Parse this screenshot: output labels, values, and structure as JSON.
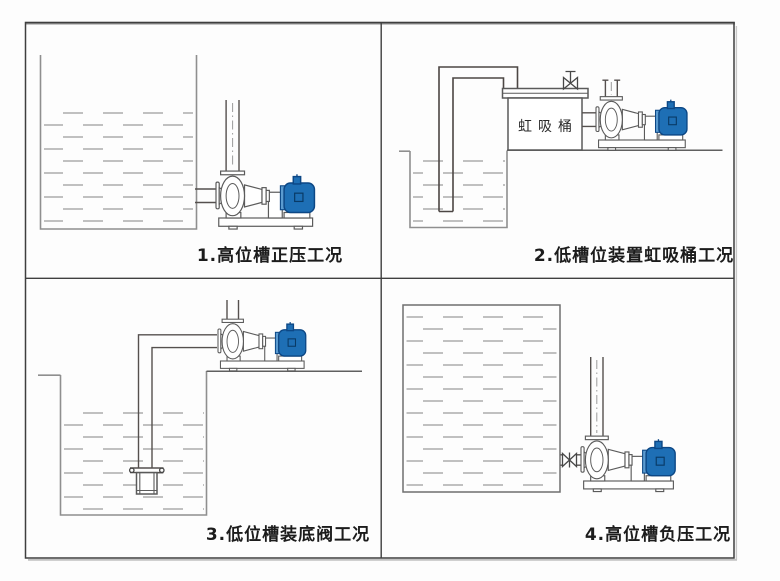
{
  "figure": {
    "type": "diagram",
    "subject": "pump-installation-working-conditions",
    "panels": [
      {
        "id": 1,
        "caption": "1.高位槽正压工况"
      },
      {
        "id": 2,
        "caption": "2.低槽位装置虹吸桶工况",
        "barrel_label": "虹吸桶"
      },
      {
        "id": 3,
        "caption": "3.低位槽装底阀工况"
      },
      {
        "id": 4,
        "caption": "4.高位槽负压工况"
      }
    ],
    "colors": {
      "motor_blue": "#1E6FB5",
      "motor_blue_dark": "#0C4785",
      "line": "#555555",
      "water_dash": "#9C9C9C"
    }
  }
}
